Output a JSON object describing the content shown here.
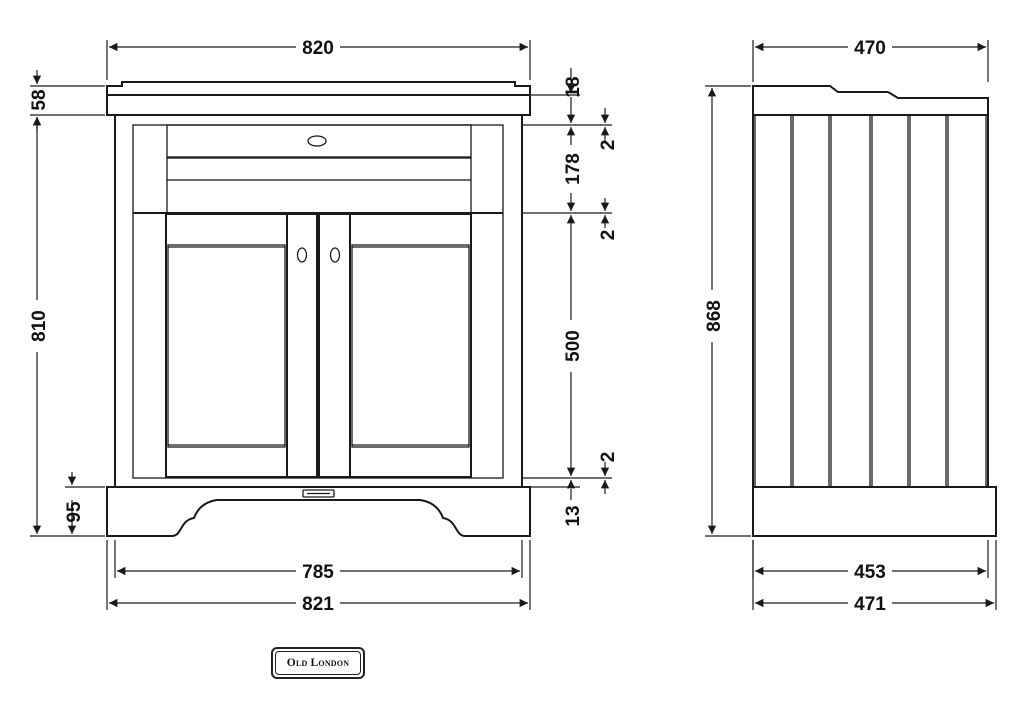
{
  "front_view": {
    "width_top": "820",
    "top_thickness": "58",
    "top_lip": "18",
    "carcass_height": "810",
    "drawer_gap_top": "2",
    "drawer_height": "178",
    "drawer_gap_bottom": "2",
    "door_height": "500",
    "door_gap_bottom": "2",
    "plinth_gap": "13",
    "plinth_height": "95",
    "inner_width": "785",
    "base_width": "821"
  },
  "side_view": {
    "depth_top": "470",
    "total_height": "868",
    "depth_inner": "453",
    "depth_base": "471"
  },
  "brand": {
    "name": "Old London"
  }
}
